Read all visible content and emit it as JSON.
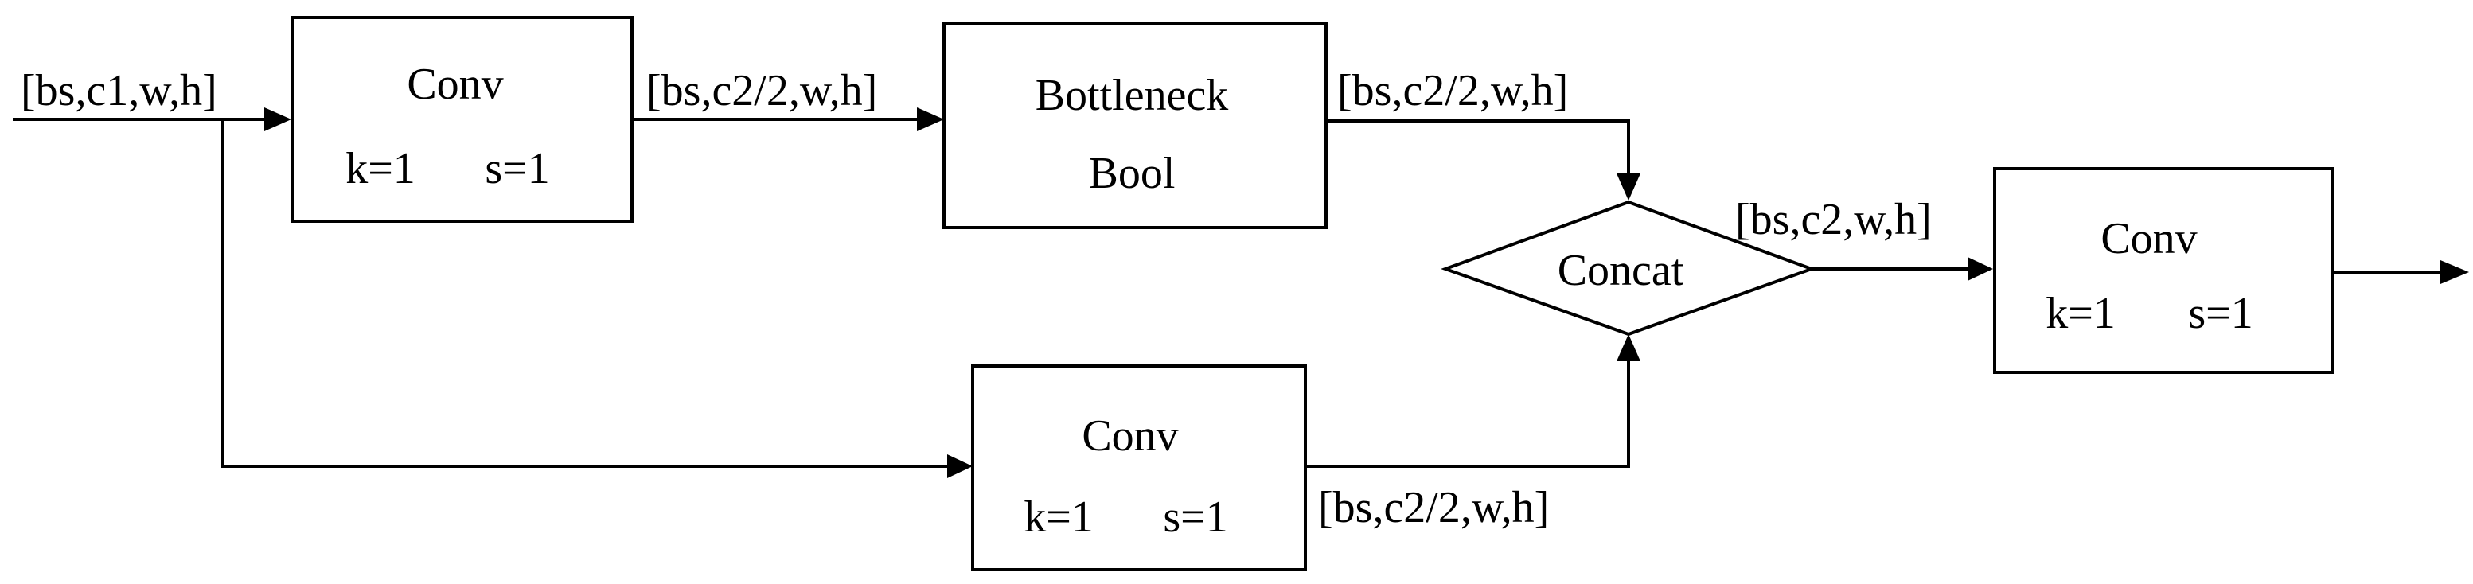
{
  "input": {
    "label": "[bs,c1,w,h]"
  },
  "conv_top": {
    "title": "Conv",
    "k": "k=1",
    "s": "s=1"
  },
  "edge_conv_to_bottleneck": {
    "label": "[bs,c2/2,w,h]"
  },
  "bottleneck": {
    "line1": "Bottleneck",
    "line2": "Bool"
  },
  "edge_bottleneck_to_concat": {
    "label": "[bs,c2/2,w,h]"
  },
  "concat": {
    "label": "Concat"
  },
  "edge_concat_to_conv": {
    "label": "[bs,c2,w,h]"
  },
  "conv_right": {
    "title": "Conv",
    "k": "k=1",
    "s": "s=1"
  },
  "conv_bottom": {
    "title": "Conv",
    "k": "k=1",
    "s": "s=1"
  },
  "edge_conv_bottom_to_concat": {
    "label": "[bs,c2/2,w,h]"
  }
}
